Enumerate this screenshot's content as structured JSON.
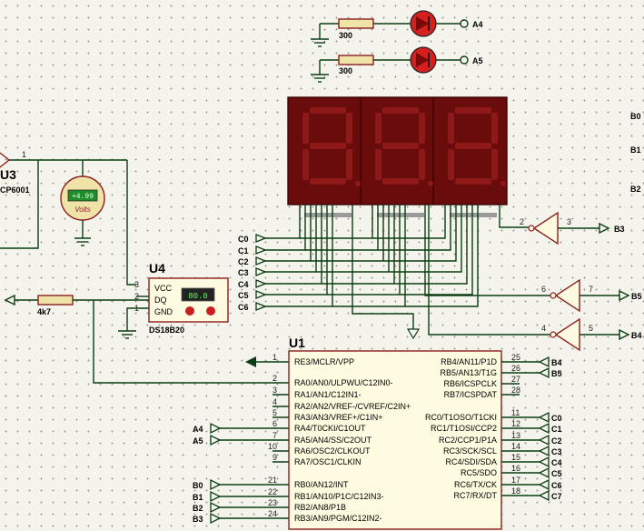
{
  "colors": {
    "wire": "#0a3d12",
    "body": "#fffbe0",
    "body_stroke": "#8a1f1f",
    "display_bg": "#6b0c0c",
    "segment": "#8f1818",
    "resistor": "#efe3a8",
    "meter_screen": "#1f8d2a",
    "pin_blue": "#1f3fd6",
    "pin_red": "#d62020"
  },
  "resistors": [
    {
      "id": "r-top-1",
      "label": "300"
    },
    {
      "id": "r-top-2",
      "label": "300"
    },
    {
      "id": "r-pullup",
      "label": "4k7"
    }
  ],
  "leds": [
    {
      "terminal": "A4"
    },
    {
      "terminal": "A5"
    }
  ],
  "display": {
    "digits": 3
  },
  "voltmeter": {
    "reading": "+4.99",
    "unit": "Volts"
  },
  "sensor": {
    "ref": "U4",
    "part": "DS18B20",
    "pins": [
      "VCC",
      "DQ",
      "GND"
    ],
    "pin_numbers": [
      "3",
      "2",
      "1"
    ],
    "reading": "80.0"
  },
  "u3": {
    "ref": "U3",
    "part": "CP6001",
    "pin": "1"
  },
  "mcu": {
    "ref": "U1",
    "left_pins": [
      {
        "num": "1",
        "name": "RE3/MCLR/VPP"
      },
      {
        "num": "2",
        "name": "RA0/AN0/ULPWU/C12IN0-"
      },
      {
        "num": "3",
        "name": "RA1/AN1/C12IN1-"
      },
      {
        "num": "4",
        "name": "RA2/AN2/VREF-/CVREF/C2IN+"
      },
      {
        "num": "5",
        "name": "RA3/AN3/VREF+/C1IN+"
      },
      {
        "num": "6",
        "name": "RA4/T0CKI/C1OUT"
      },
      {
        "num": "7",
        "name": "RA5/AN4/SS/C2OUT"
      },
      {
        "num": "10",
        "name": "RA6/OSC2/CLKOUT"
      },
      {
        "num": "9",
        "name": "RA7/OSC1/CLKIN"
      },
      {
        "num": "21",
        "name": "RB0/AN12/INT"
      },
      {
        "num": "22",
        "name": "RB1/AN10/P1C/C12IN3-"
      },
      {
        "num": "23",
        "name": "RB2/AN8/P1B"
      },
      {
        "num": "24",
        "name": "RB3/AN9/PGM/C12IN2-"
      }
    ],
    "right_pins": [
      {
        "num": "25",
        "name": "RB4/AN11/P1D"
      },
      {
        "num": "26",
        "name": "RB5/AN13/T1G"
      },
      {
        "num": "27",
        "name": "RB6/ICSPCLK"
      },
      {
        "num": "28",
        "name": "RB7/ICSPDAT"
      },
      {
        "num": "11",
        "name": "RC0/T1OSO/T1CKI"
      },
      {
        "num": "12",
        "name": "RC1/T1OSI/CCP2"
      },
      {
        "num": "13",
        "name": "RC2/CCP1/P1A"
      },
      {
        "num": "14",
        "name": "RC3/SCK/SCL"
      },
      {
        "num": "15",
        "name": "RC4/SDI/SDA"
      },
      {
        "num": "16",
        "name": "RC5/SDO"
      },
      {
        "num": "17",
        "name": "RC6/TX/CK"
      },
      {
        "num": "18",
        "name": "RC7/RX/DT"
      }
    ]
  },
  "left_terminals_mcu": [
    {
      "label": "A4",
      "pin": "RA4"
    },
    {
      "label": "A5",
      "pin": "RA5"
    },
    {
      "label": "B0",
      "pin": "RB0"
    },
    {
      "label": "B1",
      "pin": "RB1"
    },
    {
      "label": "B2",
      "pin": "RB2"
    },
    {
      "label": "B3",
      "pin": "RB3"
    }
  ],
  "right_terminals_mcu": [
    "B4",
    "B5",
    "",
    "",
    "C0",
    "C1",
    "C2",
    "C3",
    "C4",
    "C5",
    "C6",
    "C7"
  ],
  "display_terminals": [
    "C0",
    "C1",
    "C2",
    "C3",
    "C4",
    "C5",
    "C6"
  ],
  "inverters": [
    {
      "in_pin": "3",
      "out_pin": "2",
      "terminal": "B3"
    },
    {
      "in_pin": "7",
      "out_pin": "6",
      "terminal": "B5"
    },
    {
      "in_pin": "5",
      "out_pin": "4",
      "terminal": "B4"
    }
  ],
  "edge_labels": [
    "B0",
    "B1",
    "B2"
  ]
}
